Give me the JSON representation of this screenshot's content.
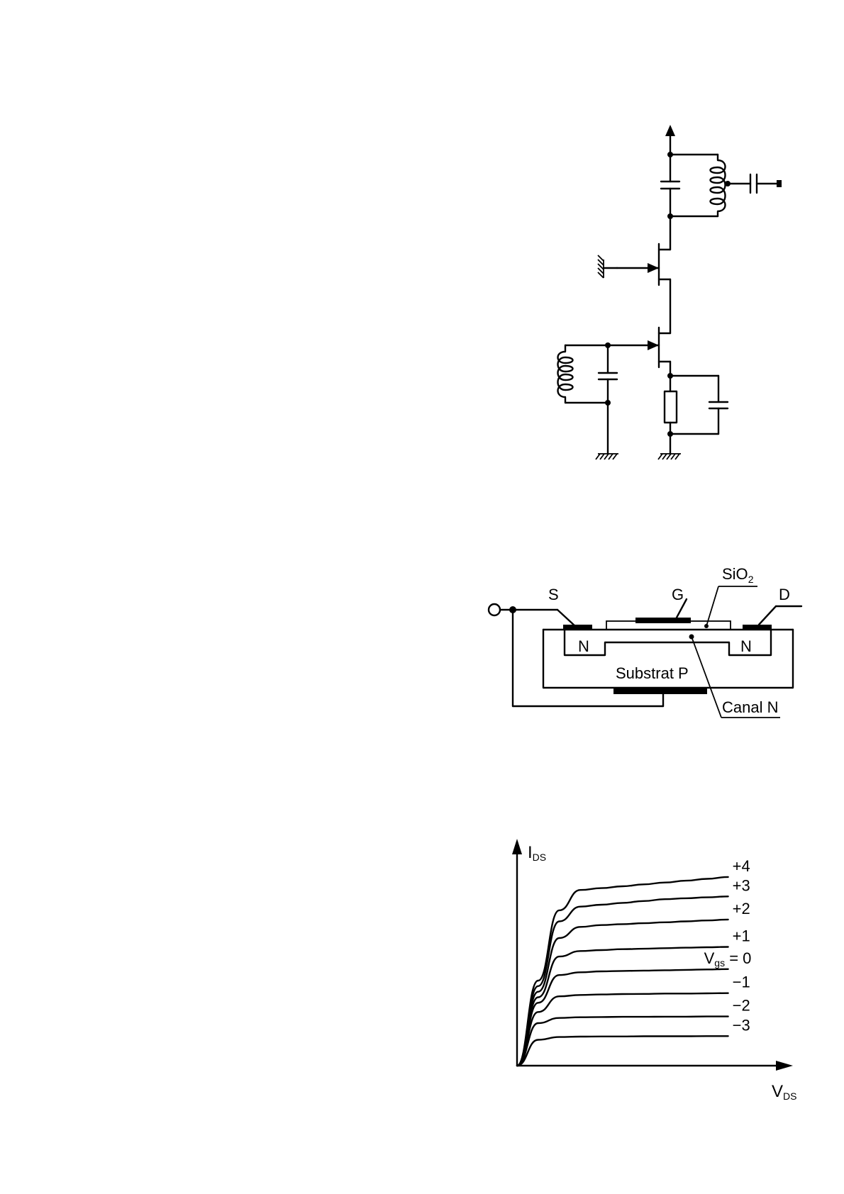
{
  "mosfet": {
    "source_label": "S",
    "gate_label": "G",
    "drain_label": "D",
    "oxide_label": "SiO",
    "oxide_subscript": "2",
    "n_left_label": "N",
    "n_right_label": "N",
    "substrate_label": "Substrat P",
    "channel_label": "Canal N"
  },
  "chart_data": {
    "type": "line",
    "xlabel": "V",
    "xlabel_subscript": "DS",
    "ylabel": "I",
    "ylabel_subscript": "DS",
    "curve_label_prefix": "V",
    "curve_label_prefix_subscript": "gs",
    "x": [
      0,
      1,
      2,
      3,
      4,
      5,
      6,
      7,
      8,
      9,
      10
    ],
    "series": [
      {
        "name": "+4",
        "values": [
          0,
          4.6,
          8.4,
          9.5,
          9.6,
          9.7,
          9.8,
          9.9,
          10.0,
          10.1,
          10.2
        ]
      },
      {
        "name": "+3",
        "values": [
          0,
          4.3,
          7.8,
          8.6,
          8.7,
          8.8,
          8.9,
          9.0,
          9.05,
          9.1,
          9.15
        ]
      },
      {
        "name": "+2",
        "values": [
          0,
          4.0,
          6.9,
          7.5,
          7.6,
          7.65,
          7.7,
          7.75,
          7.8,
          7.85,
          7.9
        ]
      },
      {
        "name": "+1",
        "values": [
          0,
          3.7,
          5.9,
          6.2,
          6.25,
          6.3,
          6.32,
          6.35,
          6.38,
          6.4,
          6.42
        ]
      },
      {
        "name": "= 0",
        "values": [
          0,
          3.4,
          4.9,
          5.05,
          5.1,
          5.12,
          5.14,
          5.16,
          5.18,
          5.2,
          5.22
        ]
      },
      {
        "name": "−1",
        "values": [
          0,
          2.9,
          3.75,
          3.82,
          3.85,
          3.87,
          3.88,
          3.9,
          3.9,
          3.91,
          3.92
        ]
      },
      {
        "name": "−2",
        "values": [
          0,
          2.3,
          2.58,
          2.62,
          2.63,
          2.64,
          2.64,
          2.65,
          2.65,
          2.66,
          2.66
        ]
      },
      {
        "name": "−3",
        "values": [
          0,
          1.4,
          1.55,
          1.57,
          1.58,
          1.58,
          1.59,
          1.59,
          1.59,
          1.6,
          1.6
        ]
      }
    ],
    "xlim": [
      0,
      12.3
    ],
    "ylim": [
      0,
      11.5
    ],
    "grid": false
  }
}
